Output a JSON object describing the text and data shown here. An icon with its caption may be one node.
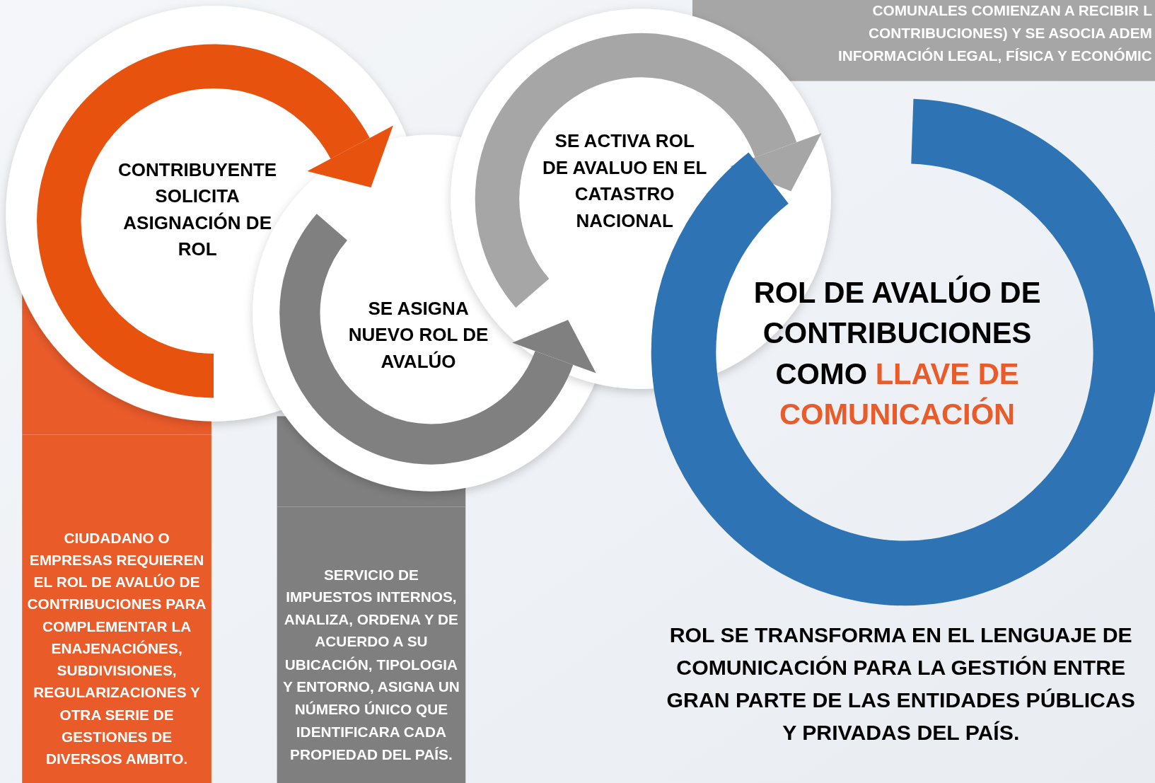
{
  "diagram": {
    "nodes": [
      {
        "text": [
          "CONTRIBUYENTE SOLICITA ASIGNACIÓN DE ROL"
        ]
      },
      {
        "text": [
          "SE ASIGNA NUEVO ROL DE AVALÚO"
        ]
      },
      {
        "text": [
          "SE ACTIVA ROL DE AVALUO EN EL CATASTRO NACIONAL"
        ]
      },
      {
        "text": [
          "ROL DE AVALÚO DE CONTRIBUCIONES COMO",
          "LLAVE DE COMUNICACIÓN"
        ]
      },
      {
        "text": [
          "CIUDADANO  O EMPRESAS REQUIEREN EL ROL DE AVALÚO DE CONTRIBUCIONES PARA COMPLEMENTAR LA ENAJENACIÓNES, SUBDIVISIONES, REGULARIZACIONES Y OTRA SERIE DE GESTIONES DE DIVERSOS AMBITO."
        ]
      },
      {
        "text": [
          "SERVICIO DE IMPUESTOS INTERNOS, ANALIZA, ORDENA Y DE ACUERDO A SU UBICACIÓN, TIPOLOGIA Y ENTORNO, ASIGNA UN NÚMERO ÚNICO QUE IDENTIFICARA CADA PROPIEDAD DEL PAÍS."
        ]
      },
      {
        "text": [
          "COMUNALES COMIENZAN A RECIBIR L CONTRIBUCIONES) Y SE ASOCIA ADEM INFORMACIÓN LEGAL, FÍSICA Y ECONÓMIC"
        ]
      }
    ],
    "labels": [
      "ROL SE TRANSFORMA EN EL LENGUAJE DE COMUNICACIÓN PARA LA GESTIÓN ENTRE GRAN PARTE DE LAS ENTIDADES PÚBLICAS Y PRIVADAS DEL PAÍS."
    ]
  }
}
